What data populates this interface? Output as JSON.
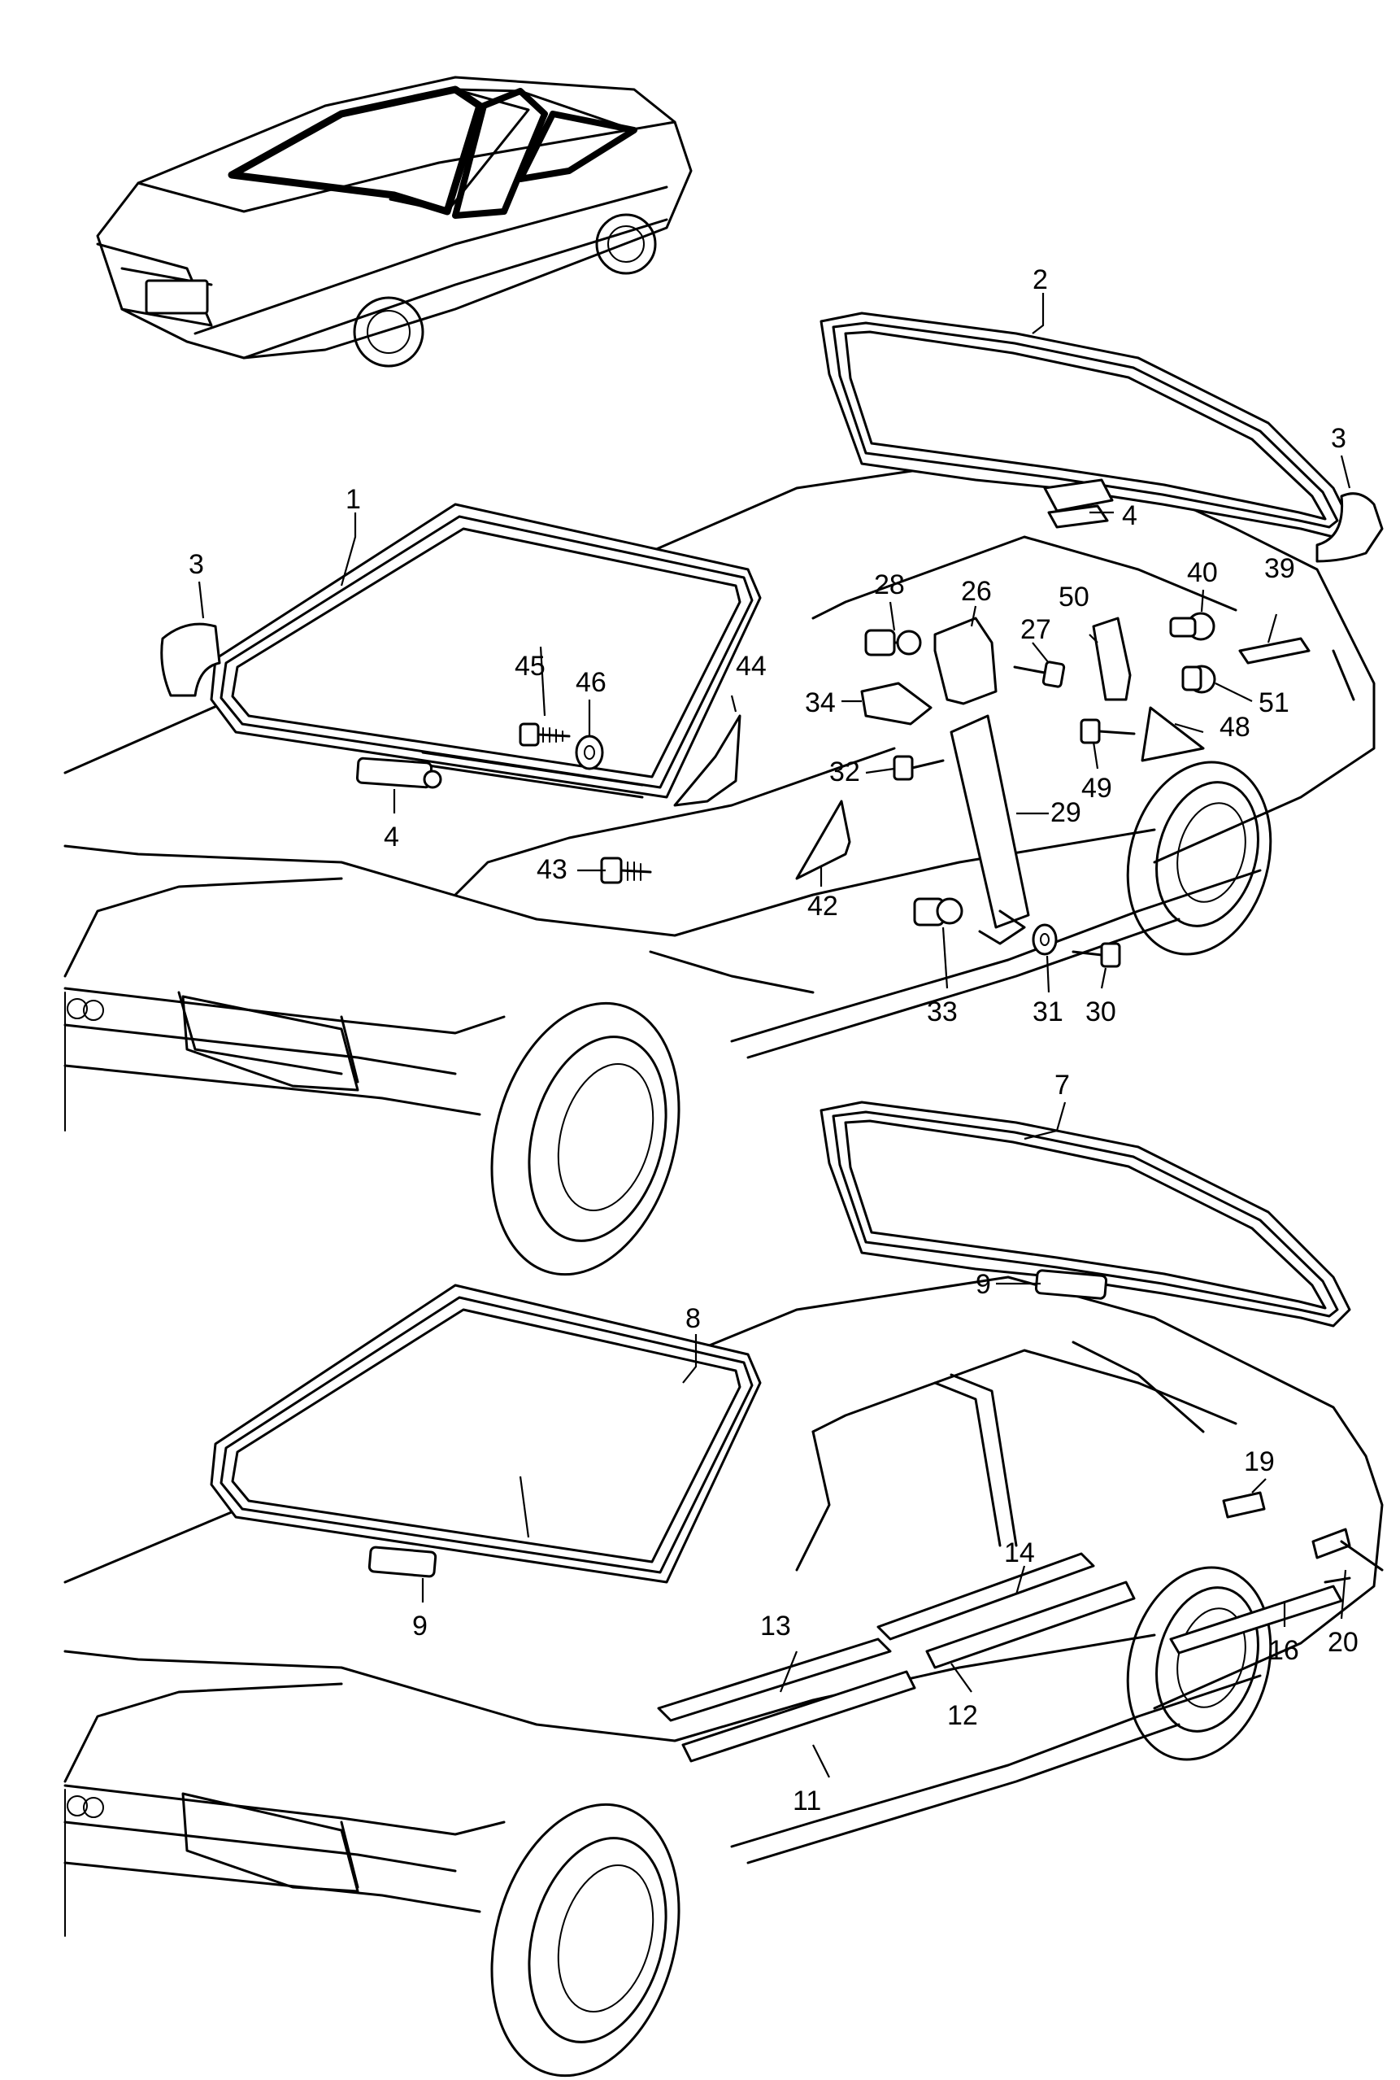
{
  "labels": {
    "p1": "1",
    "p2": "2",
    "p3a": "3",
    "p3b": "3",
    "p4a": "4",
    "p4b": "4",
    "p7": "7",
    "p8": "8",
    "p9a": "9",
    "p9b": "9",
    "p11": "11",
    "p12": "12",
    "p13": "13",
    "p14": "14",
    "p16": "16",
    "p19": "19",
    "p20": "20",
    "p26": "26",
    "p27": "27",
    "p28": "28",
    "p29": "29",
    "p30": "30",
    "p31": "31",
    "p32": "32",
    "p33": "33",
    "p34": "34",
    "p39": "39",
    "p40": "40",
    "p42": "42",
    "p43": "43",
    "p44": "44",
    "p45": "45",
    "p46": "46",
    "p48": "48",
    "p49": "49",
    "p50": "50",
    "p51": "51"
  },
  "colors": {
    "line": "#000000",
    "background": "#ffffff"
  }
}
